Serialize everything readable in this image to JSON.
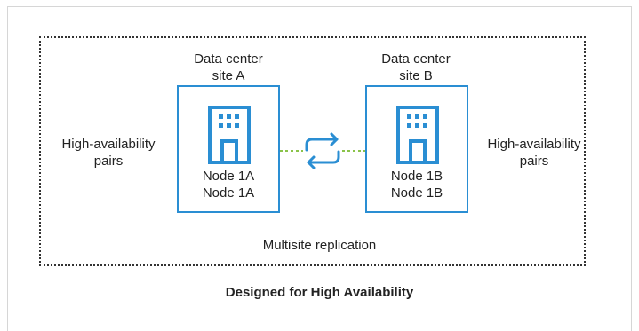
{
  "site_a": {
    "title_line1": "Data center",
    "title_line2": "site A",
    "node_line1": "Node 1A",
    "node_line2": "Node 1A"
  },
  "site_b": {
    "title_line1": "Data center",
    "title_line2": "site B",
    "node_line1": "Node 1B",
    "node_line2": "Node 1B"
  },
  "left_label": {
    "line1": "High-availability",
    "line2": "pairs"
  },
  "right_label": {
    "line1": "High-availability",
    "line2": "pairs"
  },
  "replication_label": "Multisite replication",
  "caption": "Designed for High Availability",
  "colors": {
    "accent": "#2a8ed3",
    "link": "#8bc34a",
    "border": "#333333"
  },
  "icons": {
    "building": "building-icon",
    "sync": "sync-arrows-icon"
  }
}
